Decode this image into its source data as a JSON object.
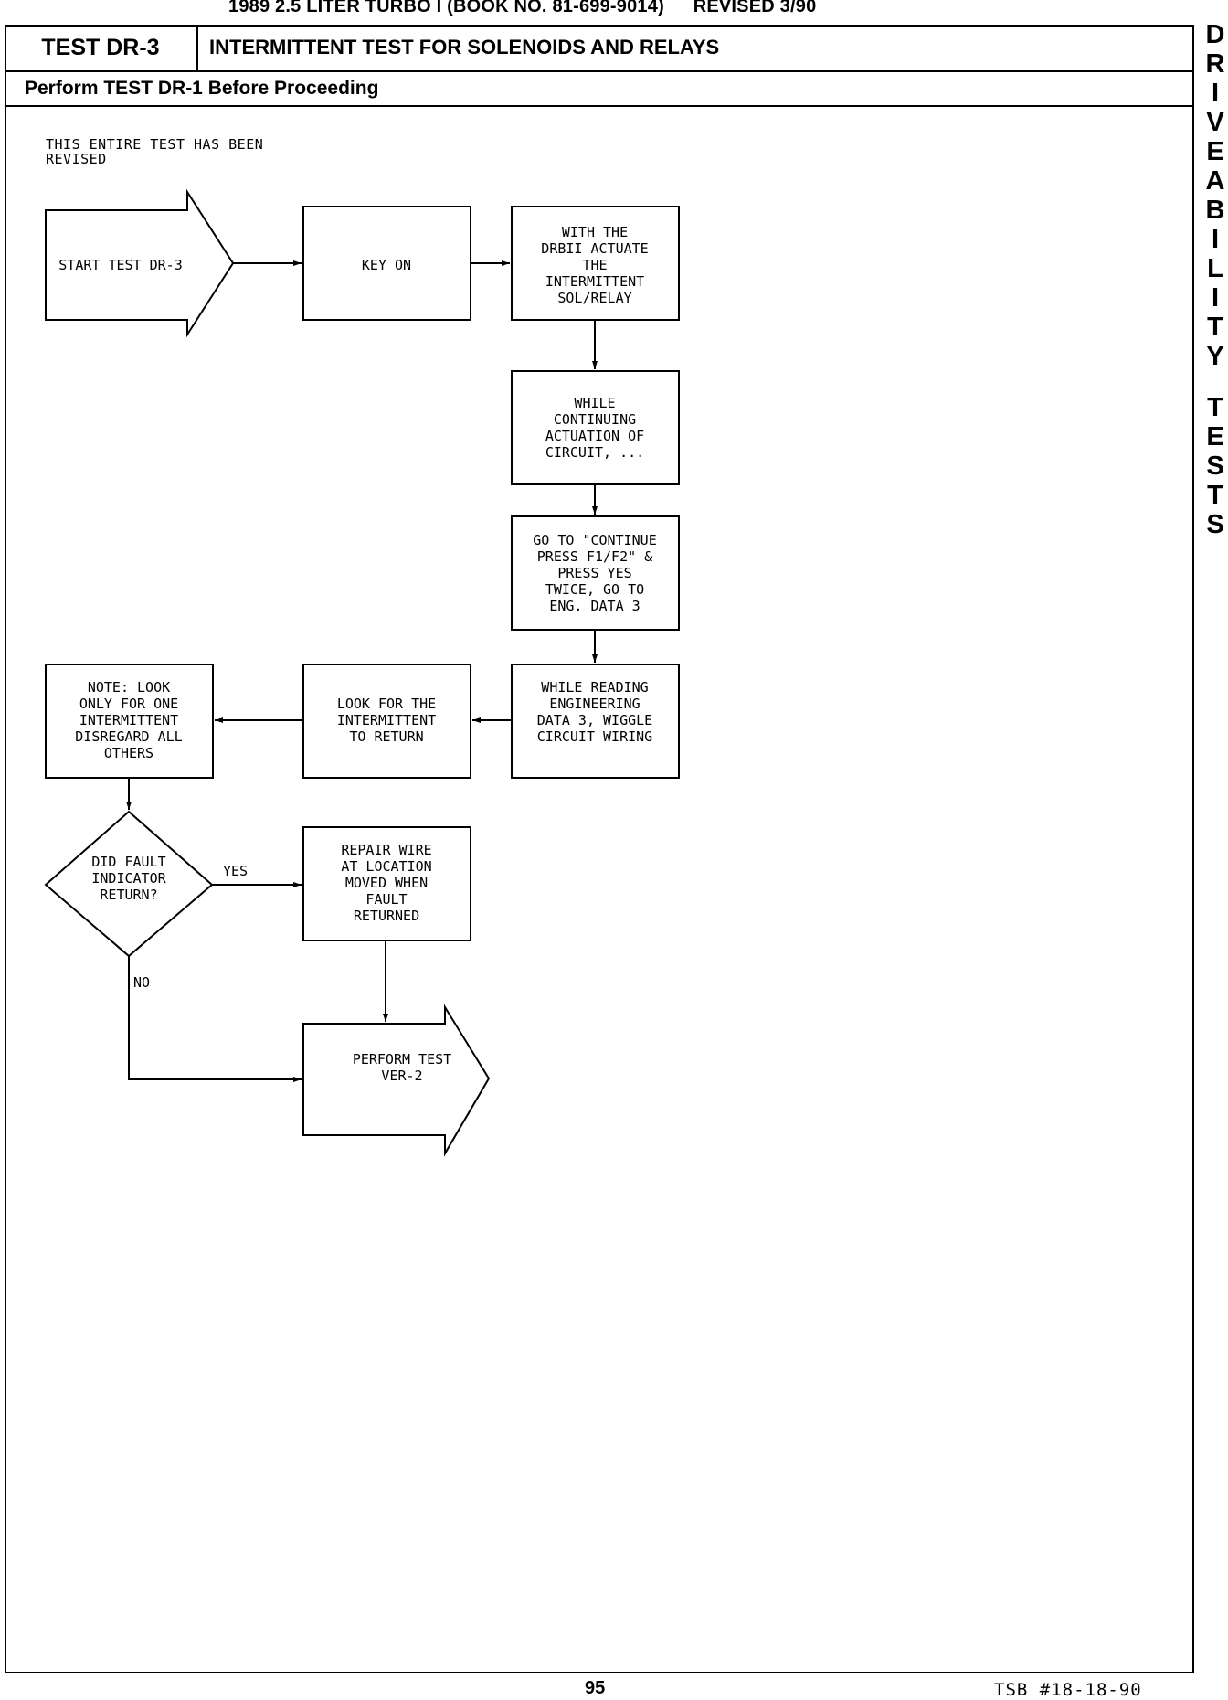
{
  "header": {
    "title": "1989 2.5 LITER TURBO I   (BOOK NO. 81-699-9014)",
    "revised": "REVISED 3/90"
  },
  "test": {
    "id": "TEST DR-3",
    "title": "INTERMITTENT TEST FOR SOLENOIDS AND RELAYS",
    "prerequisite": "Perform TEST DR-1 Before Proceeding"
  },
  "side_tab": {
    "word1": [
      "D",
      "R",
      "I",
      "V",
      "E",
      "A",
      "B",
      "I",
      "L",
      "I",
      "T",
      "Y"
    ],
    "word2": [
      "T",
      "E",
      "S",
      "T",
      "S"
    ]
  },
  "note": "THIS ENTIRE TEST HAS BEEN\nREVISED",
  "flowchart": {
    "start": [
      "START TEST DR-3"
    ],
    "key_on": [
      "KEY ON"
    ],
    "actuate": [
      "WITH THE",
      "DRBII ACTUATE",
      "THE",
      "INTERMITTENT",
      "SOL/RELAY"
    ],
    "while_continuing": [
      "WHILE",
      "CONTINUING",
      "ACTUATION OF",
      "CIRCUIT, ..."
    ],
    "go_to": [
      "GO TO \"CONTINUE",
      "PRESS F1/F2\" &",
      "PRESS YES",
      "TWICE, GO TO",
      "ENG. DATA 3"
    ],
    "while_reading": [
      "WHILE READING",
      "ENGINEERING",
      "DATA 3, WIGGLE",
      "CIRCUIT WIRING"
    ],
    "look_for": [
      "LOOK FOR THE",
      "INTERMITTENT",
      "TO RETURN"
    ],
    "note_box": [
      "NOTE: LOOK",
      "ONLY FOR ONE",
      "INTERMITTENT",
      "DISREGARD ALL",
      "OTHERS"
    ],
    "decision": [
      "DID FAULT",
      "INDICATOR",
      "RETURN?"
    ],
    "yes_label": "YES",
    "no_label": "NO",
    "repair": [
      "REPAIR WIRE",
      "AT LOCATION",
      "MOVED WHEN",
      "FAULT",
      "RETURNED"
    ],
    "perform": [
      "PERFORM TEST",
      "VER-2"
    ]
  },
  "footer": {
    "page_number": "95",
    "tsb": "TSB #18-18-90"
  }
}
